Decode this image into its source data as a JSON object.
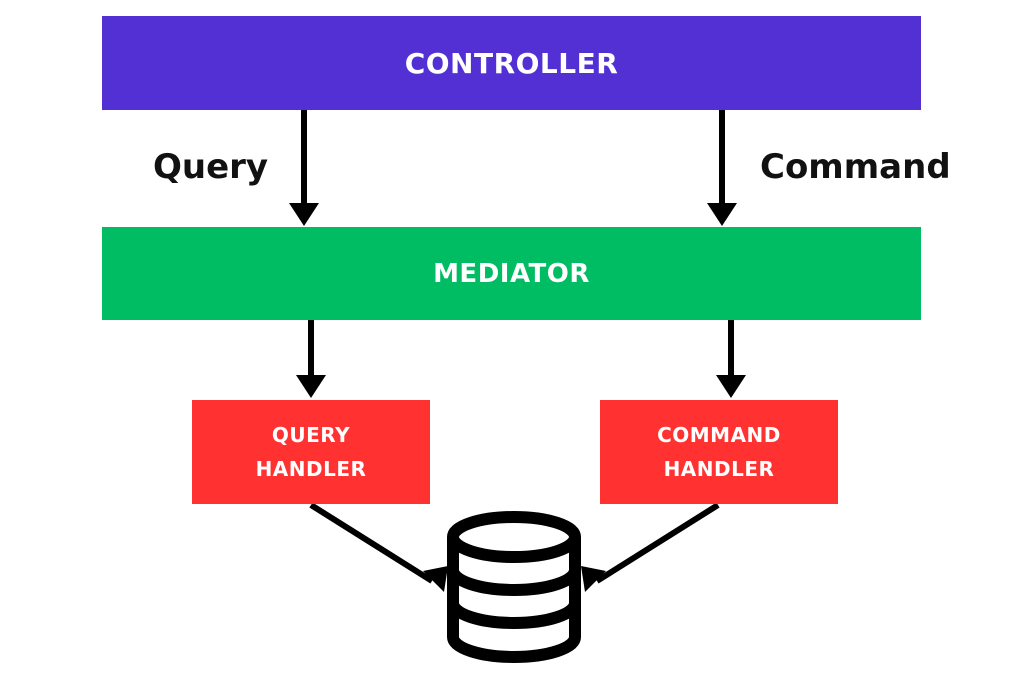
{
  "colors": {
    "controller": "#5230d4",
    "mediator": "#00bd63",
    "handler": "#ff3131",
    "arrow": "#000000"
  },
  "nodes": {
    "controller": "CONTROLLER",
    "mediator": "MEDIATOR",
    "query_handler": [
      "QUERY",
      "HANDLER"
    ],
    "command_handler": [
      "COMMAND",
      "HANDLER"
    ],
    "database_icon": "database-icon"
  },
  "edges": {
    "query": "Query",
    "command": "Command"
  }
}
